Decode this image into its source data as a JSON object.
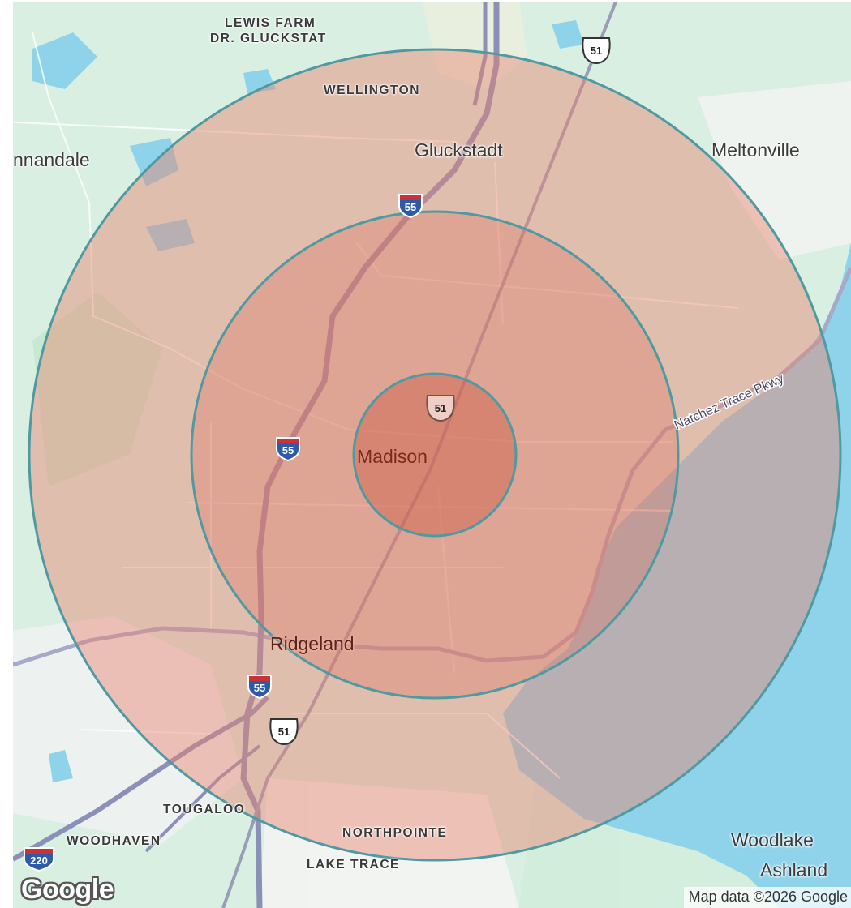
{
  "map": {
    "places": {
      "lewis_farm": "LEWIS FARM",
      "dr_gluckstat": "DR. GLUCKSTAT",
      "wellington": "WELLINGTON",
      "gluckstadt": "Gluckstadt",
      "meltonville": "Meltonville",
      "annandale": "nnandale",
      "madison": "Madison",
      "ridgeland": "Ridgeland",
      "tougaloo": "TOUGALOO",
      "woodhaven": "WOODHAVEN",
      "northpointe": "NORTHPOINTE",
      "lake_trace": "LAKE TRACE",
      "woodlake": "Woodlake",
      "ashland": "Ashland"
    },
    "road_label": "Natchez Trace Pkwy",
    "shields": {
      "i55_north": "55",
      "i55_mid": "55",
      "i55_south": "55",
      "us51_north": "51",
      "us51_center": "51",
      "us51_south": "51",
      "i220": "220"
    },
    "logo": "Google",
    "attribution": "Map data ©2026 Google",
    "colors": {
      "land": "#cfeedd",
      "water": "#8fd3ea",
      "radius_fill": "#e8826e",
      "radius_stroke": "#4f9aa2",
      "highway": "#8c8fb8"
    }
  }
}
